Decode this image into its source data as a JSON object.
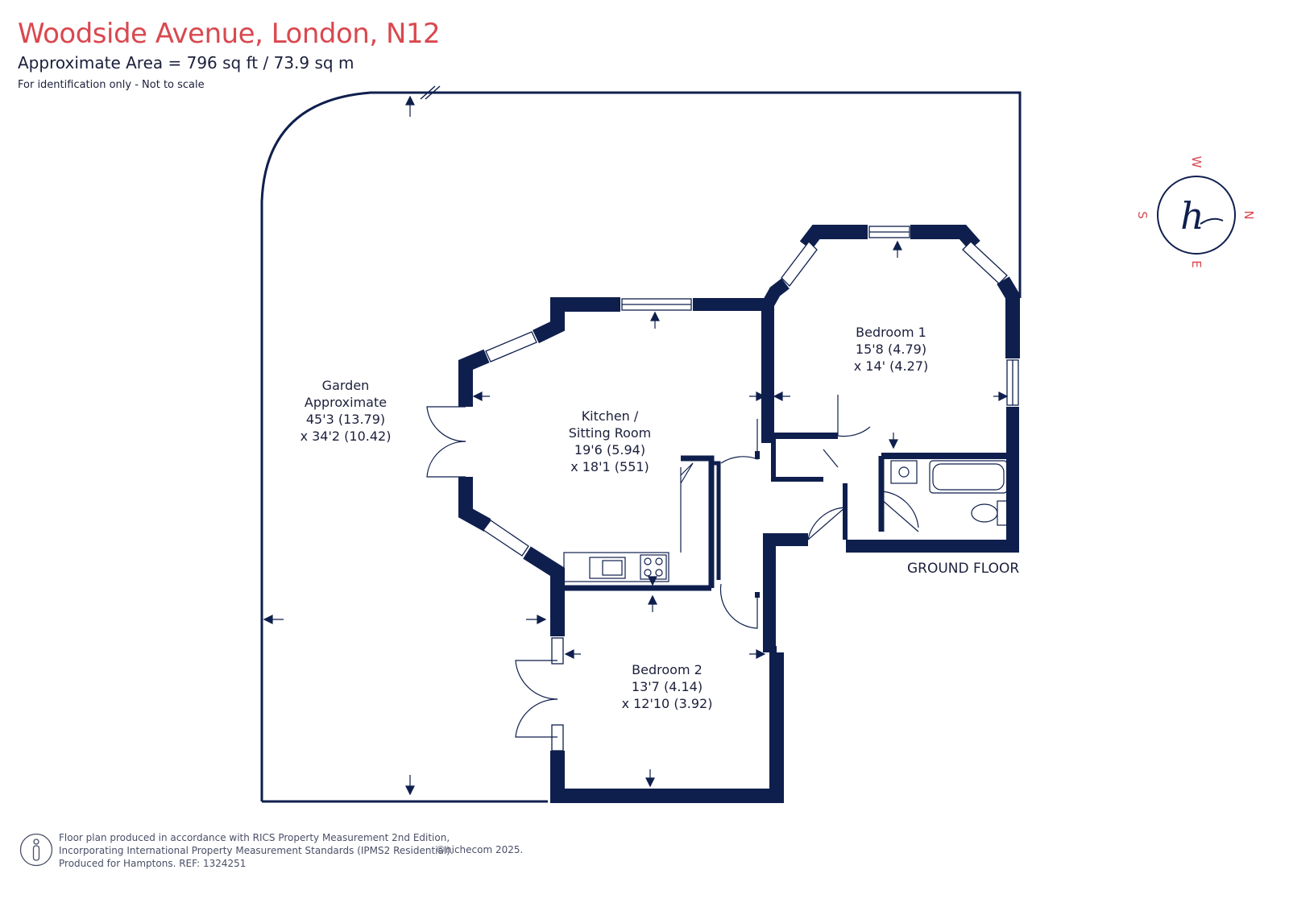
{
  "header": {
    "title": "Woodside Avenue, London, N12",
    "area": "Approximate Area = 796 sq ft / 73.9 sq m",
    "note": "For identification only - Not to scale"
  },
  "rooms": {
    "garden": {
      "name": "Garden",
      "line2": "Approximate",
      "dim1": "45'3 (13.79)",
      "dim2": "x 34'2 (10.42)"
    },
    "kitchen": {
      "name": "Kitchen /",
      "line2": "Sitting Room",
      "dim1": "19'6 (5.94)",
      "dim2": "x 18'1 (551)"
    },
    "bedroom1": {
      "name": "Bedroom 1",
      "dim1": "15'8 (4.79)",
      "dim2": "x 14' (4.27)"
    },
    "bedroom2": {
      "name": "Bedroom 2",
      "dim1": "13'7 (4.14)",
      "dim2": "x 12'10 (3.92)"
    }
  },
  "floor_label": "GROUND FLOOR",
  "compass": {
    "n": "N",
    "s": "S",
    "e": "E",
    "w": "W",
    "logo": "h"
  },
  "footer": {
    "line1": "Floor plan produced in accordance with RICS Property Measurement 2nd Edition,",
    "line2": "Incorporating International Property Measurement Standards (IPMS2 Residential).",
    "line3": "Produced for Hamptons.   REF:  1324251",
    "copyright": "©nichecom 2025."
  },
  "colors": {
    "wall": "#0f1f4d",
    "title": "#d9484f",
    "text": "#1b1f3b"
  },
  "icons": {
    "footer": "rics-person-icon",
    "compass": "compass-icon"
  }
}
